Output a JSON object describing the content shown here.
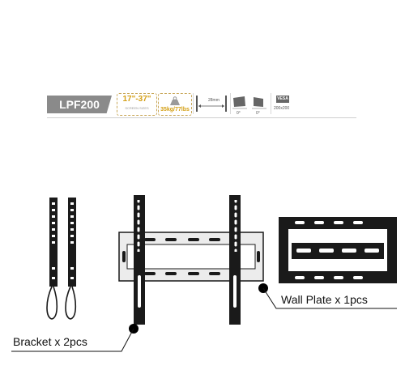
{
  "spec_bar": {
    "model": "LPF200",
    "screen_size": "17\"-37\"",
    "size_note": "SCREEN SIZES",
    "max_load": "35kg/77lbs",
    "depth": "28mm",
    "tilt_angle_1": "0°",
    "tilt_angle_2": "0°",
    "vesa_logo": "VESA",
    "vesa_size": "200x200"
  },
  "labels": {
    "bracket": "Bracket x 2pcs",
    "wall_plate": "Wall Plate x 1pcs"
  },
  "colors": {
    "badge": "#8a8a8a",
    "accent": "#d4a017",
    "metal": "#1a1a1a",
    "metal_light": "#e6e6e6"
  }
}
